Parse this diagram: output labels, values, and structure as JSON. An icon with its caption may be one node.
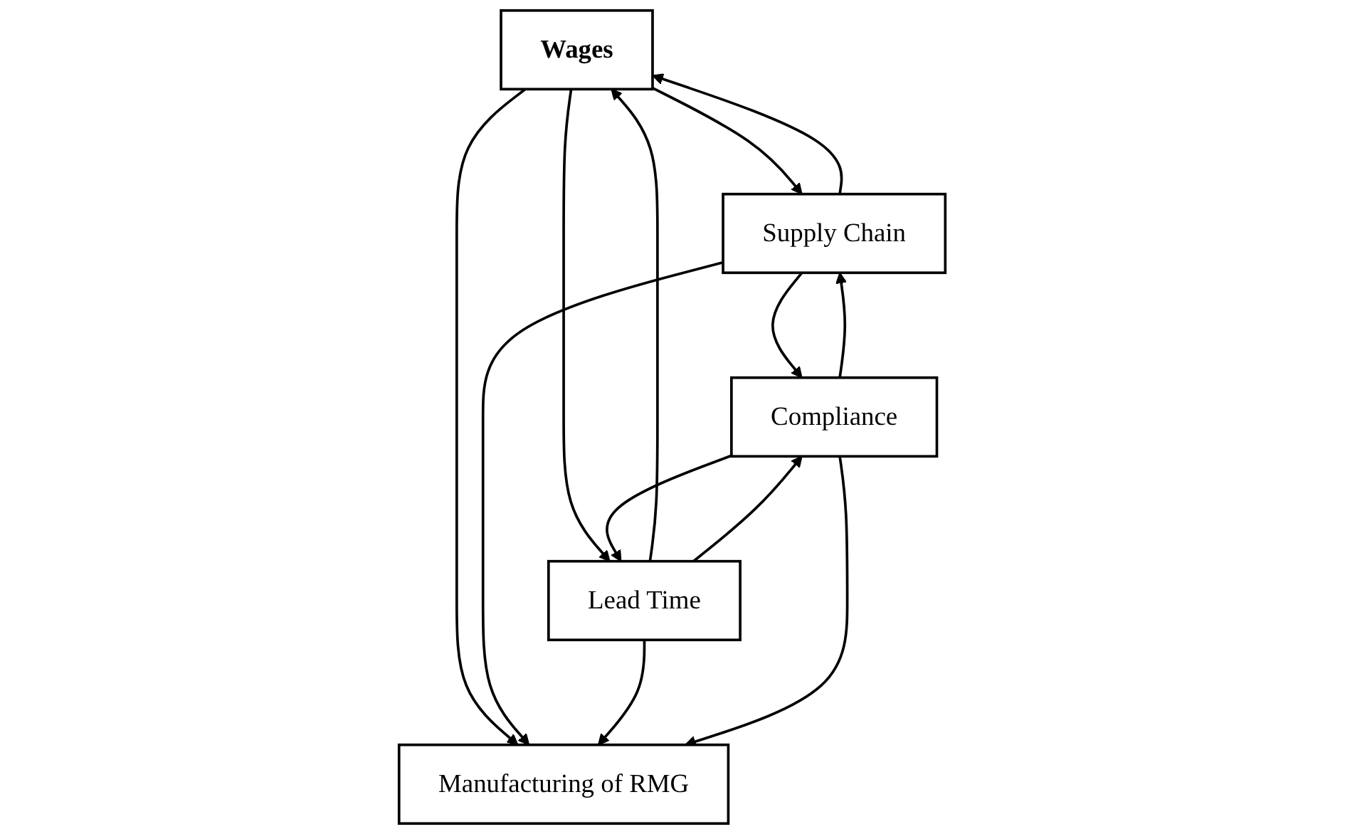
{
  "diagram": {
    "nodes": [
      {
        "text": [
          "Wages"
        ]
      },
      {
        "text": [
          "Supply Chain"
        ]
      },
      {
        "text": [
          "Manufacturing of RMG"
        ]
      },
      {
        "text": [
          "Lead Time"
        ]
      },
      {
        "text": [
          "Compliance"
        ]
      }
    ],
    "edges": [
      {
        "from": 1,
        "to": 0,
        "arrow": "to"
      },
      {
        "from": 0,
        "to": 1,
        "arrow": "to"
      },
      {
        "from": 0,
        "to": 3,
        "arrow": "to"
      },
      {
        "from": 3,
        "to": 0,
        "arrow": "to"
      },
      {
        "from": 1,
        "to": 4,
        "arrow": "to"
      },
      {
        "from": 4,
        "to": 1,
        "arrow": "to"
      },
      {
        "from": 0,
        "to": 2,
        "arrow": "to"
      },
      {
        "from": 1,
        "to": 2,
        "arrow": "to"
      },
      {
        "from": 3,
        "to": 2,
        "arrow": "to"
      },
      {
        "from": 4,
        "to": 2,
        "arrow": "to"
      },
      {
        "from": 3,
        "to": 4,
        "arrow": "to"
      },
      {
        "from": 4,
        "to": 3,
        "arrow": "to"
      }
    ]
  }
}
